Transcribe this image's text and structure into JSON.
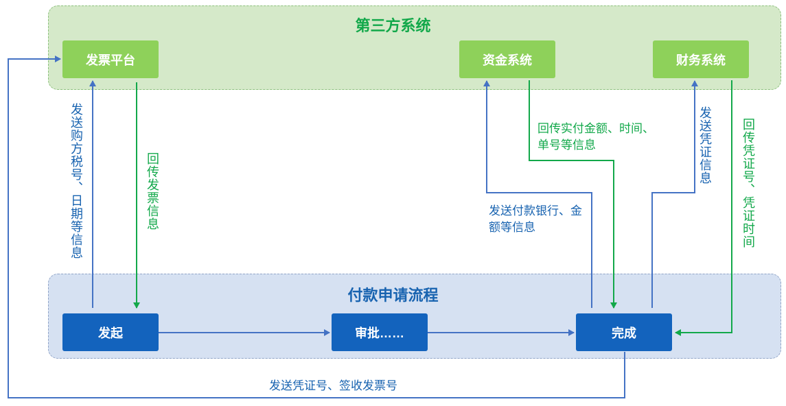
{
  "third_party": {
    "title": "第三方系统",
    "invoice_platform": "发票平台",
    "fund_system": "资金系统",
    "finance_system": "财务系统"
  },
  "payment_flow": {
    "title": "付款申请流程",
    "initiate": "发起",
    "approve": "审批……",
    "complete": "完成"
  },
  "labels": {
    "send_tax_info": "发送购方税号、日期等信息",
    "return_invoice": "回传发票信息",
    "return_paid": "回传实付金额、时间、单号等信息",
    "send_bank_info": "发送付款银行、金额等信息",
    "send_voucher_info": "发送凭证信息",
    "return_voucher": "回传凭证号、凭证时间",
    "send_voucher_sign": "发送凭证号、签收发票号"
  },
  "colors": {
    "green_arrow": "#12a84a",
    "blue_arrow": "#4472c4"
  }
}
